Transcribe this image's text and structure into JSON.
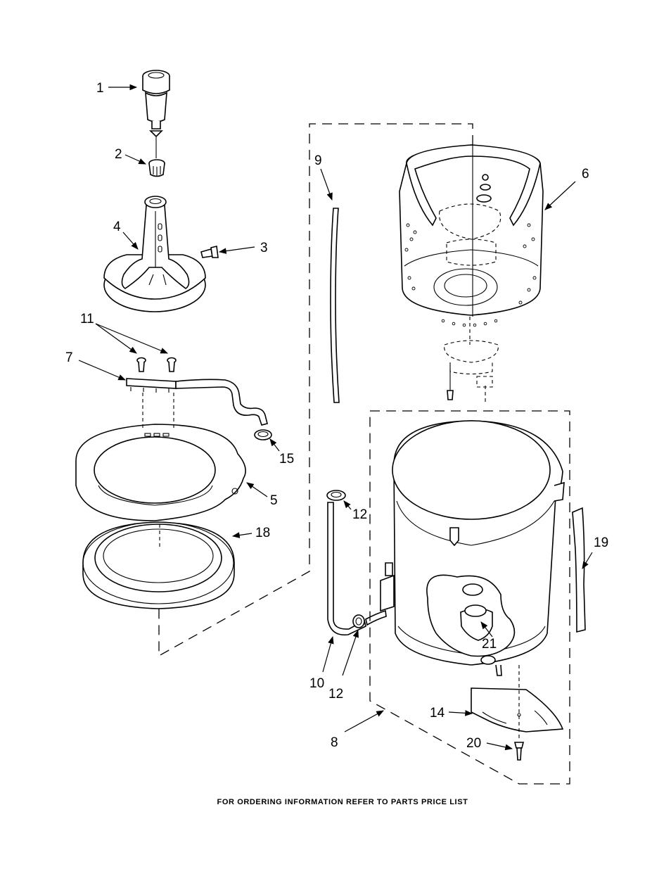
{
  "callouts": {
    "c1": "1",
    "c2": "2",
    "c3": "3",
    "c4": "4",
    "c5": "5",
    "c6": "6",
    "c7": "7",
    "c8": "8",
    "c9": "9",
    "c10": "10",
    "c11": "11",
    "c12a": "12",
    "c12b": "12",
    "c14": "14",
    "c15": "15",
    "c18": "18",
    "c19": "19",
    "c20": "20",
    "c21": "21"
  },
  "footer": "FOR ORDERING INFORMATION REFER TO PARTS PRICE LIST"
}
